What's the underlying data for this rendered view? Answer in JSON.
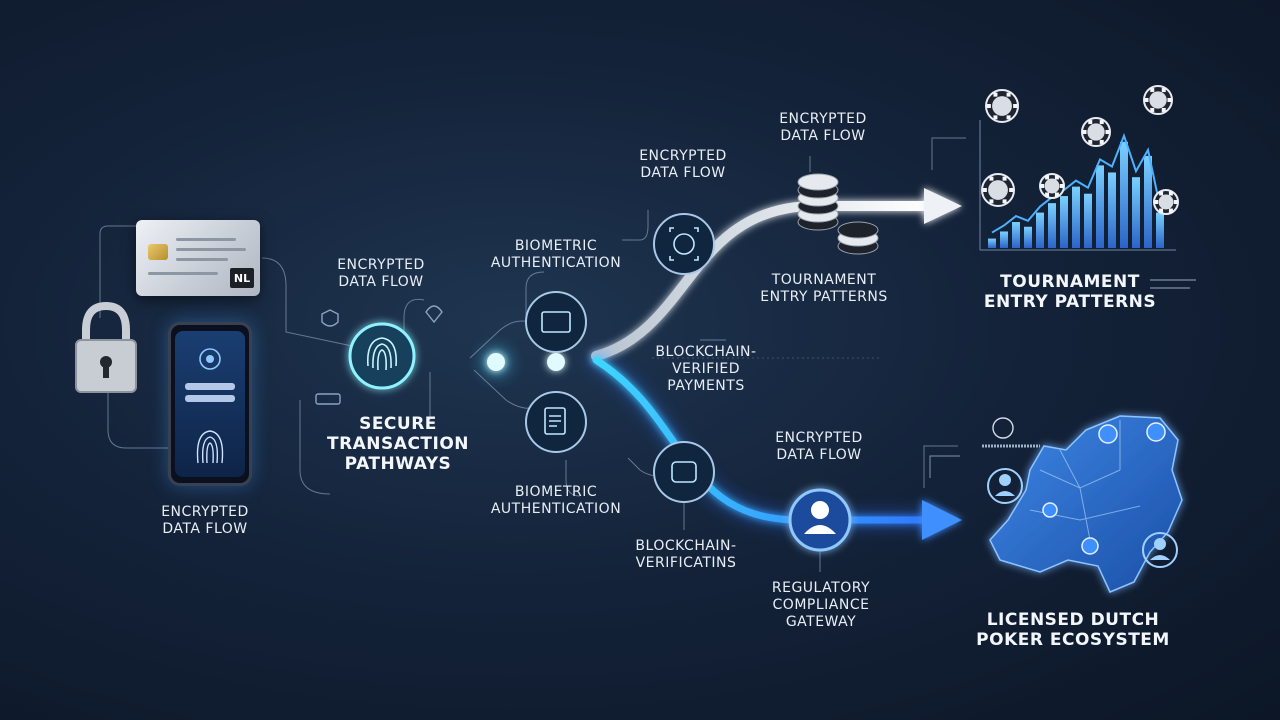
{
  "labels": {
    "encrypted_flow_left": "ENCRYPTED\nDATA FLOW",
    "encrypted_flow_mid": "ENCRYPTED\nDATA FLOW",
    "encrypted_flow_upper": "ENCRYPTED\nDATA FLOW",
    "encrypted_flow_top": "ENCRYPTED\nDATA FLOW",
    "encrypted_flow_lower": "ENCRYPTED\nDATA FLOW",
    "secure_pathways": "SECURE\nTRANSACTION\nPATHWAYS",
    "biometric_upper": "BIOMETRIC\nAUTHENTICATION",
    "biometric_lower": "BIOMETRIC\nAUTHENTICATION",
    "tournament_mid": "TOURNAMENT\nENTRY PATTERNS",
    "tournament_right": "TOURNAMENT\nENTRY PATTERNS",
    "blockchain_payments": "BLOCKCHAIN-\nVERIFIED\nPAYMENTS",
    "blockchain_verifications": "BLOCKCHAIN-\nVERIFICATINS",
    "regulatory_gateway": "REGULATORY\nCOMPLIANCE\nGATEWAY",
    "licensed_ecosystem": "LICENSED DUTCH\nPOKER ECOSYSTEM"
  },
  "card": {
    "country_badge": "NL"
  },
  "icons": {
    "lock": "padlock-icon",
    "fingerprint": "fingerprint-icon",
    "chips": "poker-chip-icon",
    "user": "user-icon",
    "map": "netherlands-map-icon"
  },
  "colors": {
    "accent_cyan": "#3fd6ff",
    "accent_blue": "#3f8fff",
    "silver_path": "#e9edf2",
    "background": "#14233a"
  },
  "bar_chart": {
    "values": [
      0.08,
      0.14,
      0.22,
      0.18,
      0.3,
      0.38,
      0.44,
      0.52,
      0.46,
      0.7,
      0.64,
      0.9,
      0.6,
      0.78,
      0.3
    ]
  }
}
